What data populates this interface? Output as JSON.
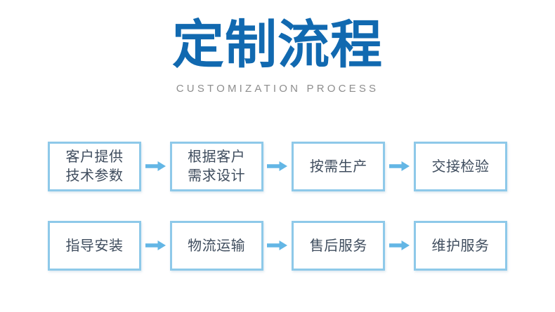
{
  "header": {
    "title": "定制流程",
    "subtitle": "CUSTOMIZATION PROCESS"
  },
  "colors": {
    "title_blue": "#1169B0",
    "subtitle_gray": "#8D8D8D",
    "box_border": "#8EC9E9",
    "box_fill": "#FFFFFF",
    "box_text": "#3F4D5E",
    "arrow_blue": "#63B6E5",
    "background": "#FFFFFF"
  },
  "flow": {
    "rows": [
      {
        "steps": [
          {
            "label": "客户提供\n技术参数",
            "lines": 2
          },
          {
            "label": "根据客户\n需求设计",
            "lines": 2
          },
          {
            "label": "按需生产",
            "lines": 1
          },
          {
            "label": "交接检验",
            "lines": 1
          }
        ],
        "arrows": [
          "arrow-right-icon",
          "arrow-right-icon",
          "arrow-right-icon"
        ]
      },
      {
        "steps": [
          {
            "label": "指导安装",
            "lines": 1
          },
          {
            "label": "物流运输",
            "lines": 1
          },
          {
            "label": "售后服务",
            "lines": 1
          },
          {
            "label": "维护服务",
            "lines": 1
          }
        ],
        "arrows": [
          "arrow-right-icon",
          "arrow-right-icon",
          "arrow-right-icon"
        ]
      }
    ]
  }
}
